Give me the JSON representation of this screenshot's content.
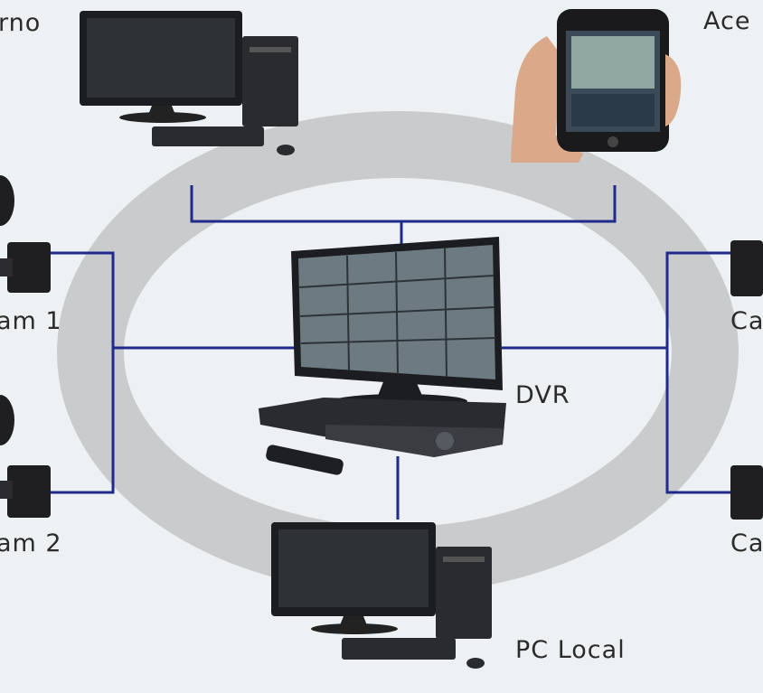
{
  "diagram": {
    "labels": {
      "remote_pc": "rno",
      "mobile_access": "Ace",
      "cam1": "am 1",
      "cam2": "am 2",
      "dvr": "DVR",
      "pc_local": "PC Local",
      "cam3": "Ca",
      "cam4": "Ca"
    },
    "colors": {
      "background": "#eef1f4",
      "ring": "#c9cbcd",
      "connector": "#1f2a8a",
      "device_dark": "#1c1d20",
      "screen": "#2a2d31"
    }
  }
}
